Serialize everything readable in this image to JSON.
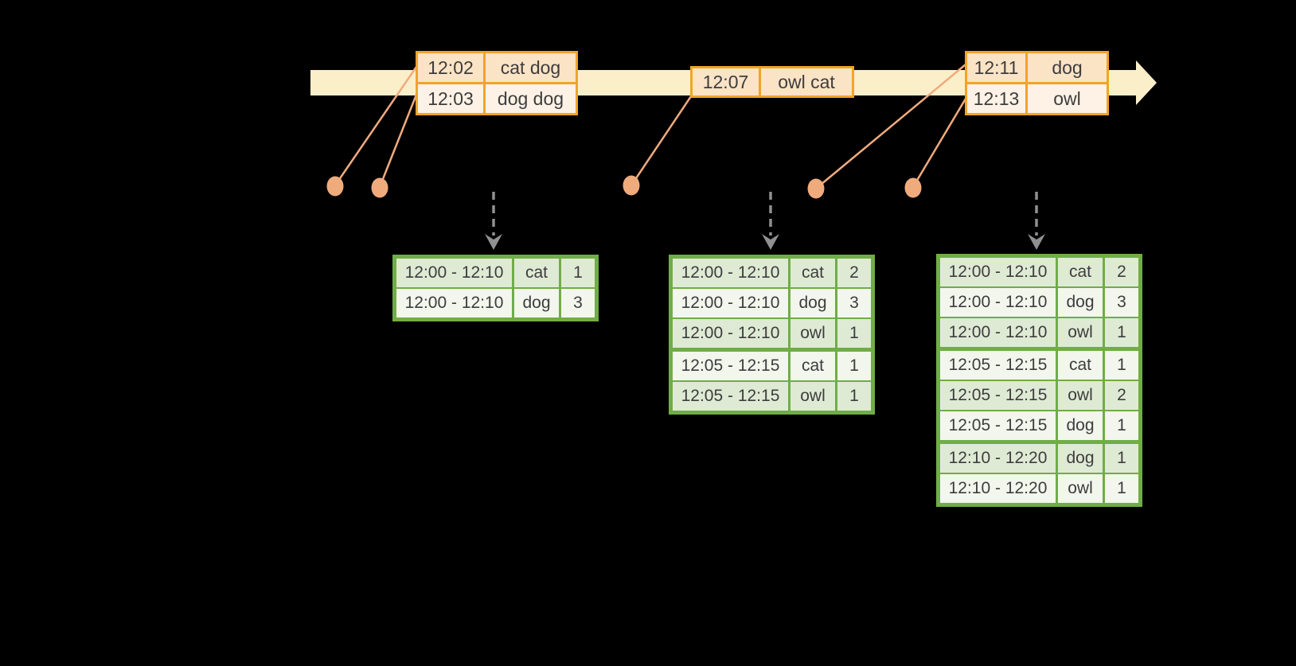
{
  "diagram": {
    "description_visible_text_only": true,
    "colors": {
      "background": "#000000",
      "timeline_fill": "#fbefca",
      "event_table_border": "#f1a427",
      "event_row_dark": "#fbe3c5",
      "event_row_light": "#fdf2e5",
      "result_table_border": "#70ad47",
      "result_row_dark": "#dfead5",
      "result_row_light": "#f2f6ed",
      "connector": "#f0ab7d",
      "trigger_arrow": "#8f9091",
      "text": "#3d3d3d"
    },
    "icons": {
      "timeline_arrowhead": "right-arrow-icon",
      "event_dot": "dot-icon",
      "trigger_arrow": "dashed-down-arrow-icon"
    }
  },
  "event_tables": [
    {
      "rows": [
        {
          "time": "12:02",
          "words": "cat dog"
        },
        {
          "time": "12:03",
          "words": "dog dog"
        }
      ]
    },
    {
      "rows": [
        {
          "time": "12:07",
          "words": "owl cat"
        }
      ]
    },
    {
      "rows": [
        {
          "time": "12:11",
          "words": "dog"
        },
        {
          "time": "12:13",
          "words": "owl"
        }
      ]
    }
  ],
  "result_tables": [
    {
      "rows": [
        {
          "window": "12:00 - 12:10",
          "word": "cat",
          "count": "1"
        },
        {
          "window": "12:00 - 12:10",
          "word": "dog",
          "count": "3"
        }
      ]
    },
    {
      "rows": [
        {
          "window": "12:00 - 12:10",
          "word": "cat",
          "count": "2"
        },
        {
          "window": "12:00 - 12:10",
          "word": "dog",
          "count": "3"
        },
        {
          "window": "12:00 - 12:10",
          "word": "owl",
          "count": "1"
        },
        {
          "window": "12:05 - 12:15",
          "word": "cat",
          "count": "1"
        },
        {
          "window": "12:05 - 12:15",
          "word": "owl",
          "count": "1"
        }
      ]
    },
    {
      "rows": [
        {
          "window": "12:00 - 12:10",
          "word": "cat",
          "count": "2"
        },
        {
          "window": "12:00 - 12:10",
          "word": "dog",
          "count": "3"
        },
        {
          "window": "12:00 - 12:10",
          "word": "owl",
          "count": "1"
        },
        {
          "window": "12:05 - 12:15",
          "word": "cat",
          "count": "1"
        },
        {
          "window": "12:05 - 12:15",
          "word": "owl",
          "count": "2"
        },
        {
          "window": "12:05 - 12:15",
          "word": "dog",
          "count": "1"
        },
        {
          "window": "12:10 - 12:20",
          "word": "dog",
          "count": "1"
        },
        {
          "window": "12:10 - 12:20",
          "word": "owl",
          "count": "1"
        }
      ]
    }
  ]
}
